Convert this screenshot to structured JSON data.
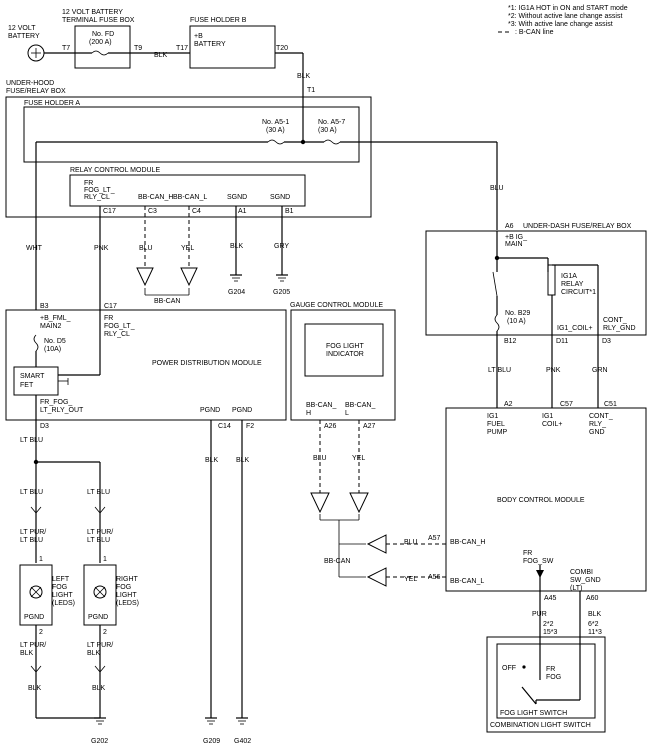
{
  "notes": {
    "n1": "*1: IG1A HOT in ON and START mode",
    "n2": "*2: Without active lane change assist",
    "n3": "*3: With active lane change assist",
    "n4": ": B-CAN line"
  },
  "battery": {
    "l1": "12 VOLT",
    "l2": "BATTERY"
  },
  "terminal_fuse_box": {
    "l1": "12 VOLT BATTERY",
    "l2": "TERMINAL FUSE BOX",
    "fuse_l1": "No. FD",
    "fuse_l2": "(200 A)",
    "t7": "T7",
    "t9": "T9"
  },
  "wire_blk_top": "BLK",
  "fuse_holder_b": {
    "title": "FUSE HOLDER B",
    "plus_b": "+B",
    "battery": "BATTERY",
    "t17": "T17",
    "t20": "T20"
  },
  "wire_blk_t1": "BLK",
  "t1": "T1",
  "underhood": {
    "l1": "UNDER-HOOD",
    "l2": "FUSE/RELAY BOX",
    "fuse_holder_a": "FUSE HOLDER A"
  },
  "fuse_a51": {
    "l1": "No. A5-1",
    "l2": "(30 A)"
  },
  "fuse_a57": {
    "l1": "No. A5-7",
    "l2": "(30 A)"
  },
  "wire_blu": "BLU",
  "relay_module": {
    "title": "RELAY CONTROL MODULE",
    "fr_l1": "FR",
    "fr_l2": "FOG_LT_",
    "fr_l3": "RLY_CL",
    "bbcan_h": "BB-CAN_H",
    "bbcan_l": "BB-CAN_L",
    "sgnd1": "SGND",
    "sgnd2": "SGND",
    "c17": "C17",
    "c3": "C3",
    "c4": "C4",
    "a1": "A1",
    "b1": "B1"
  },
  "wires_relay": {
    "wht": "WHT",
    "pnk": "PNK",
    "blu": "BLU",
    "yel": "YEL",
    "blk": "BLK",
    "gry": "GRY"
  },
  "bbcan_label_top": "BB-CAN",
  "grounds": {
    "g204": "G204",
    "g205": "G205",
    "g202": "G202",
    "g209": "G209",
    "g402": "G402"
  },
  "underdash": {
    "a6": "A6",
    "title": "UNDER-DASH FUSE/RELAY BOX",
    "b_ig_l1": "+B IG_",
    "b_ig_l2": "MAIN",
    "relay_l1": "IG1A",
    "relay_l2": "RELAY",
    "relay_l3": "CIRCUIT*1",
    "fuse_l1": "No. B29",
    "fuse_l2": "(10 A)",
    "coil": "IG1_COIL+",
    "cont_l1": "CONT_",
    "cont_l2": "RLY_GND",
    "b12": "B12",
    "d11": "D11",
    "d3": "D3"
  },
  "pdm": {
    "b3": "B3",
    "c17": "C17",
    "b_fml_l1": "+B_FML_",
    "b_fml_l2": "MAIN2",
    "fr_l1": "FR",
    "fr_l2": "FOG_LT_",
    "fr_l3": "RLY_CL",
    "fuse_l1": "No. D5",
    "fuse_l2": "(10A)",
    "fet_l1": "SMART",
    "fet_l2": "FET",
    "title": "POWER DISTRIBUTION MODULE",
    "out_l1": "FR_FOG_",
    "out_l2": "LT_RLY_OUT",
    "pgnd1": "PGND",
    "pgnd2": "PGND",
    "d3": "D3",
    "c14": "C14",
    "f2": "F2"
  },
  "gcm": {
    "title": "GAUGE CONTROL MODULE",
    "ind_l1": "FOG LIGHT",
    "ind_l2": "INDICATOR",
    "h_l1": "BB-CAN_",
    "h_l2": "H",
    "l_l1": "BB-CAN_",
    "l_l2": "L",
    "a26": "A26",
    "a27": "A27"
  },
  "wires_mid": {
    "lt_blu": "LT BLU",
    "pnk": "PNK",
    "grn": "GRN",
    "blk1": "BLK",
    "blk2": "BLK",
    "blu": "BLU",
    "yel": "YEL"
  },
  "bcm": {
    "a2": "A2",
    "c57": "C57",
    "c51": "C51",
    "p1_l1": "IG1",
    "p1_l2": "FUEL",
    "p1_l3": "PUMP",
    "p2_l1": "IG1",
    "p2_l2": "COIL+",
    "p3_l1": "CONT_",
    "p3_l2": "RLY_",
    "p3_l3": "GND",
    "title": "BODY CONTROL MODULE",
    "a57": "A57",
    "a56": "A56",
    "canh": "BB-CAN_H",
    "canl": "BB-CAN_L",
    "fog_l1": "FR",
    "fog_l2": "FOG_SW",
    "combi_l1": "COMBI",
    "combi_l2": "SW_GND",
    "combi_l3": "(LT)",
    "a45": "A45",
    "a60": "A60"
  },
  "bbcan_label_bottom": "BB-CAN",
  "wire_blu_can": "BLU",
  "wire_yel_can": "YEL",
  "lights": {
    "lt_blu_a": "LT BLU",
    "lt_blu_b": "LT BLU",
    "lt_blu_c": "LT BLU",
    "ltpur_a1": "LT PUR/",
    "ltpur_a2": "LT BLU",
    "ltpur_b1": "LT PUR/",
    "ltpur_b2": "LT BLU",
    "left_l1": "LEFT",
    "left_l2": "FOG",
    "left_l3": "LIGHT",
    "left_l4": "(LEDS)",
    "right_l1": "RIGHT",
    "right_l2": "FOG",
    "right_l3": "LIGHT",
    "right_l4": "(LEDS)",
    "pin1a": "1",
    "pin1b": "1",
    "pin2a": "2",
    "pin2b": "2",
    "pgnd_a": "PGND",
    "pgnd_b": "PGND",
    "ltpurblk_a1": "LT PUR/",
    "ltpurblk_a2": "BLK",
    "ltpurblk_b1": "LT PUR/",
    "ltpurblk_b2": "BLK",
    "blk_a": "BLK",
    "blk_b": "BLK"
  },
  "switch": {
    "pur": "PUR",
    "blk": "BLK",
    "pin_a_l1": "2*2",
    "pin_a_l2": "15*3",
    "pin_b_l1": "6*2",
    "pin_b_l2": "11*3",
    "off": "OFF",
    "fr_l1": "FR",
    "fr_l2": "FOG",
    "inner": "FOG LIGHT SWITCH",
    "outer": "COMBINATION LIGHT SWITCH"
  }
}
